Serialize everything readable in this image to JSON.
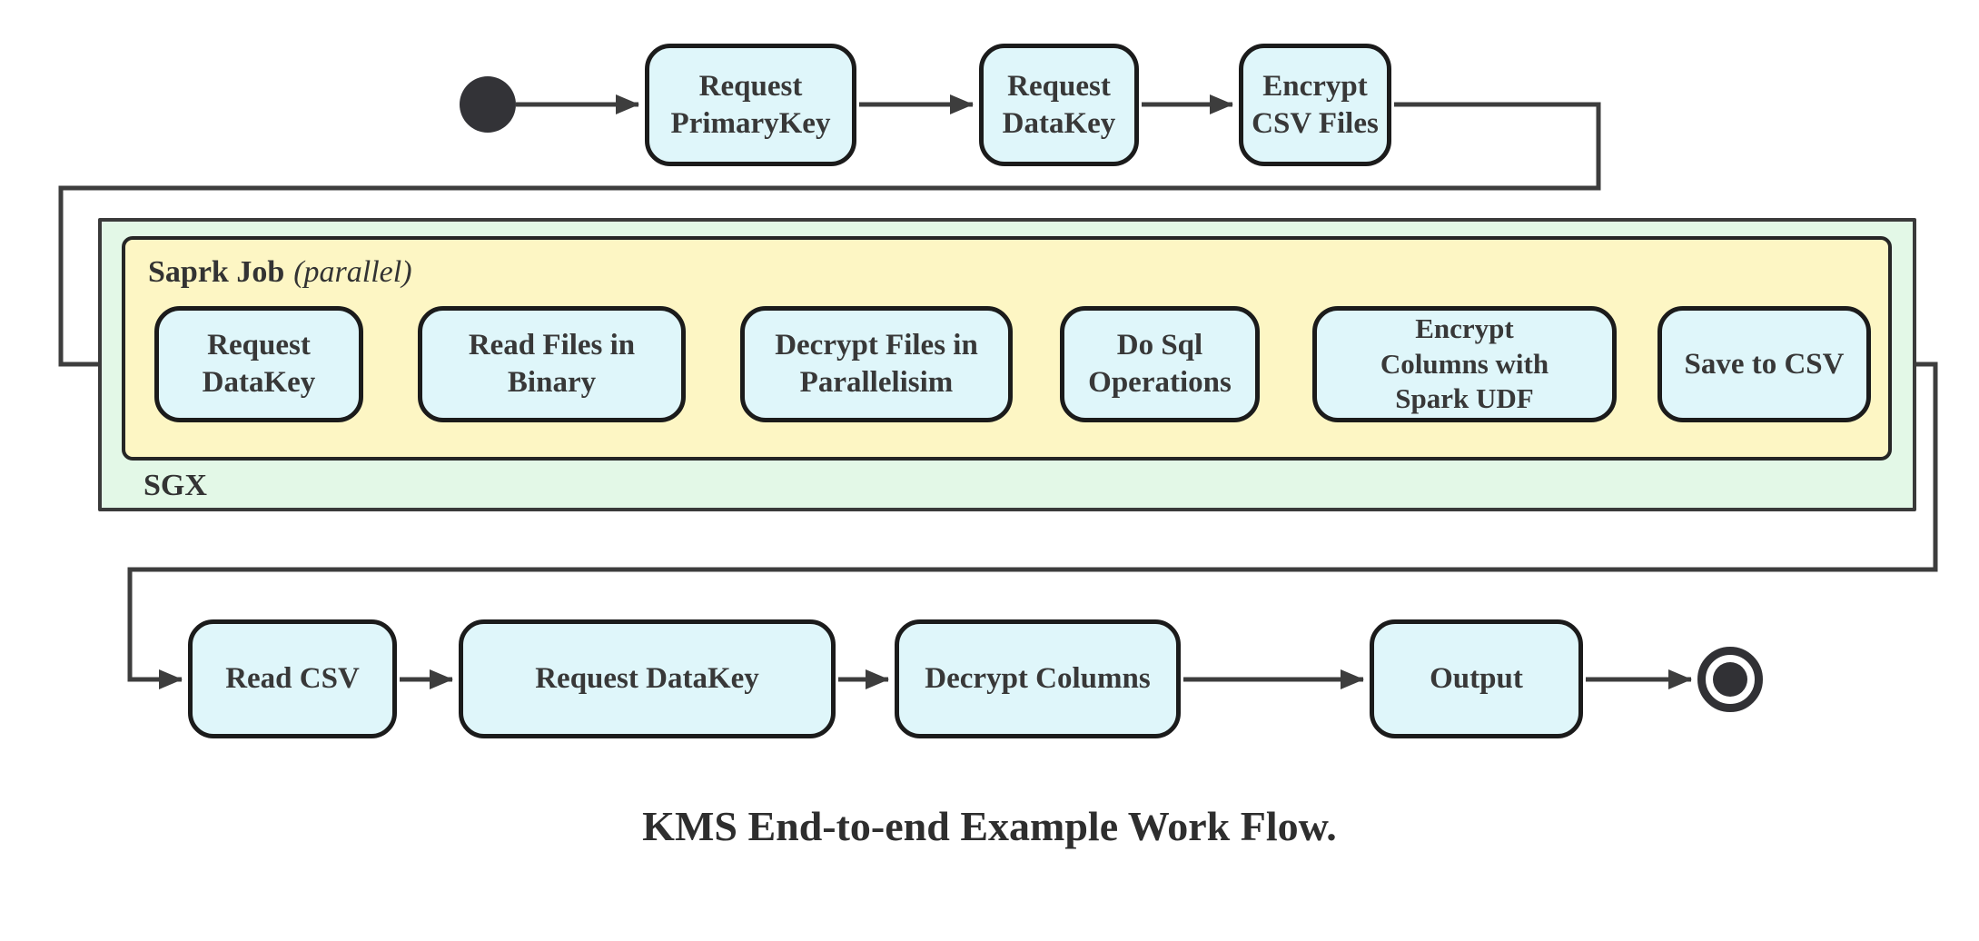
{
  "caption": "KMS End-to-end Example Work Flow.",
  "colors": {
    "node_fill": "#dff6fa",
    "node_border": "#1b1b1b",
    "sgx_fill": "#e3f8e7",
    "sgx_border": "#3a3a3a",
    "spark_fill": "#fdf6c4",
    "spark_border": "#262626",
    "edge": "#3d3d3d",
    "text": "#383838"
  },
  "containers": {
    "sgx": {
      "label": "SGX"
    },
    "spark": {
      "label": "Saprk Job",
      "modifier": "(parallel)"
    }
  },
  "top_row": [
    {
      "label": "Request\nPrimaryKey"
    },
    {
      "label": "Request\nDataKey"
    },
    {
      "label": "Encrypt\nCSV Files"
    }
  ],
  "spark_row": [
    {
      "label": "Request\nDataKey"
    },
    {
      "label": "Read Files in\nBinary"
    },
    {
      "label": "Decrypt Files in\nParallelisim"
    },
    {
      "label": "Do Sql\nOperations"
    },
    {
      "label": "Encrypt\nColumns with\nSpark UDF"
    },
    {
      "label": "Save to CSV"
    }
  ],
  "bottom_row": [
    {
      "label": "Read CSV"
    },
    {
      "label": "Request DataKey"
    },
    {
      "label": "Decrypt Columns"
    },
    {
      "label": "Output"
    }
  ]
}
